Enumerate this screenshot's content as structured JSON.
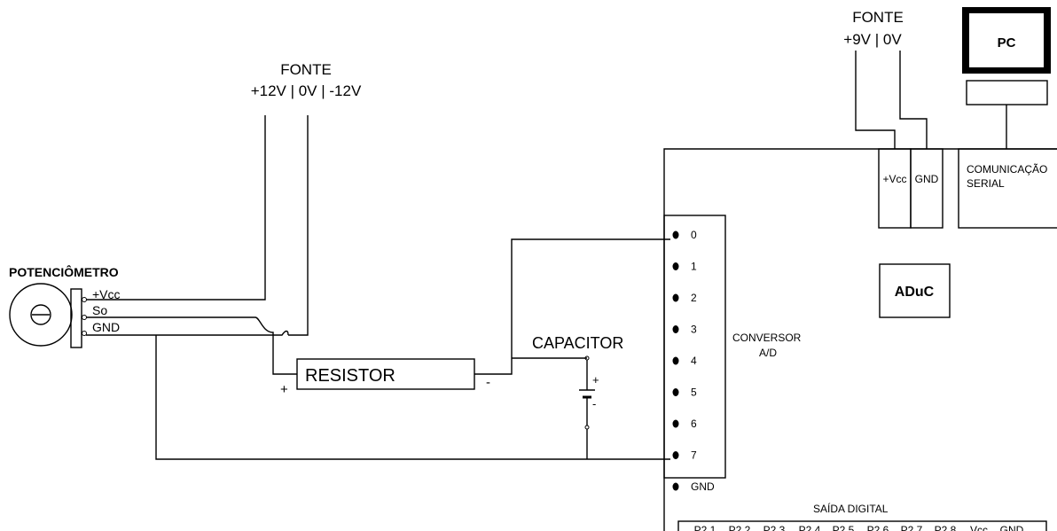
{
  "power_top": {
    "title": "FONTE",
    "values": "+9V | 0V"
  },
  "power_left": {
    "title": "FONTE",
    "values": "+12V | 0V | -12V"
  },
  "pc": {
    "label": "PC"
  },
  "terminals": {
    "vcc": "+Vcc",
    "gnd": "GND"
  },
  "serial": {
    "line1": "COMUNICAÇÃO",
    "line2": "SERIAL"
  },
  "chip": {
    "label": "ADuC"
  },
  "adc": {
    "line1": "CONVERSOR",
    "line2": "A/D",
    "pins": [
      "0",
      "1",
      "2",
      "3",
      "4",
      "5",
      "6",
      "7",
      "GND"
    ]
  },
  "digital_out": {
    "title": "SAÍDA DIGITAL",
    "pins": [
      "P2.1",
      "P2.2",
      "P2.3",
      "P2.4",
      "P2.5",
      "P2.6",
      "P2.7",
      "P2.8",
      "Vcc",
      "GND"
    ]
  },
  "potentiometer": {
    "title": "POTENCIÔMETRO",
    "pins": [
      "+Vcc",
      "So",
      "GND"
    ]
  },
  "resistor": {
    "label": "RESISTOR",
    "plus": "+",
    "minus": "-"
  },
  "capacitor": {
    "label": "CAPACITOR",
    "plus": "+",
    "minus": "-"
  }
}
